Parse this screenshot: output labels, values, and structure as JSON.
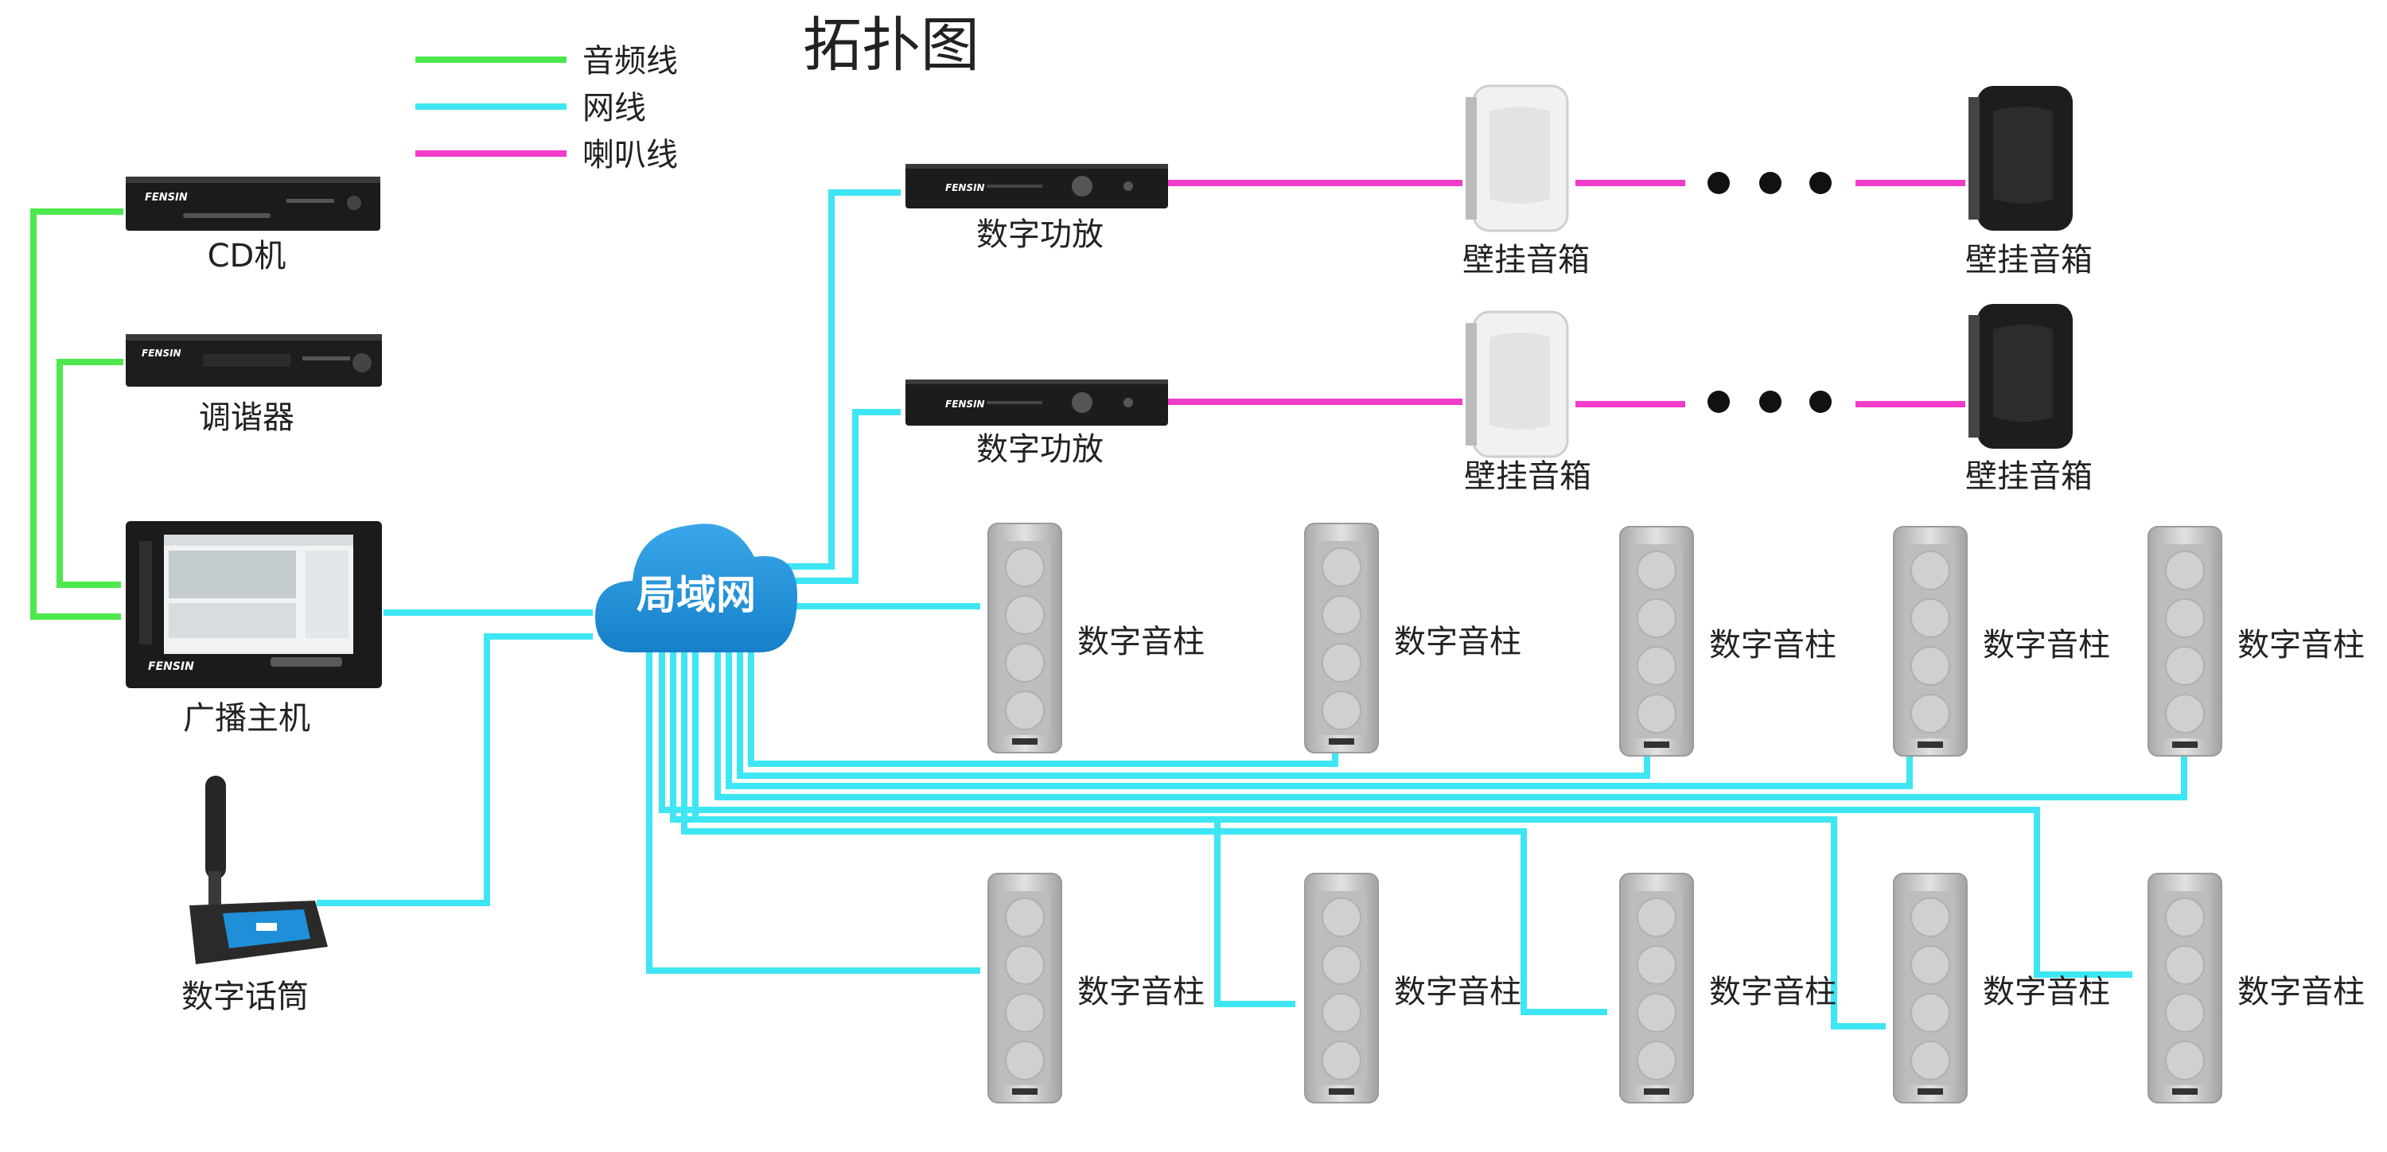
{
  "title": "拓扑图",
  "legend": {
    "audio_label": "音频线",
    "network_label": "网线",
    "speaker_label": "喇叭线"
  },
  "colors": {
    "audio_line": "#4de84d",
    "network_line": "#3de6f2",
    "speaker_line": "#f03cc8",
    "cloud": "#1e90d6",
    "device_dark": "#1b1b1b",
    "speaker_white": "#f1f1f1",
    "speaker_black": "#1d1d1d",
    "column_grey": "#c7c7c7"
  },
  "devices": {
    "cd_player": {
      "label": "CD机",
      "brand": "FENSIN"
    },
    "tuner": {
      "label": "调谐器",
      "brand": "FENSIN"
    },
    "host": {
      "label": "广播主机",
      "brand": "FENSIN"
    },
    "mic": {
      "label": "数字话筒"
    },
    "network": {
      "label": "局域网"
    },
    "amp1": {
      "label": "数字功放",
      "brand": "FENSIN"
    },
    "amp2": {
      "label": "数字功放",
      "brand": "FENSIN"
    },
    "wall_speakers": [
      {
        "label": "壁挂音箱",
        "color": "white"
      },
      {
        "label": "壁挂音箱",
        "color": "black"
      },
      {
        "label": "壁挂音箱",
        "color": "white"
      },
      {
        "label": "壁挂音箱",
        "color": "black"
      }
    ],
    "column_label": "数字音柱",
    "column_count": 10
  }
}
